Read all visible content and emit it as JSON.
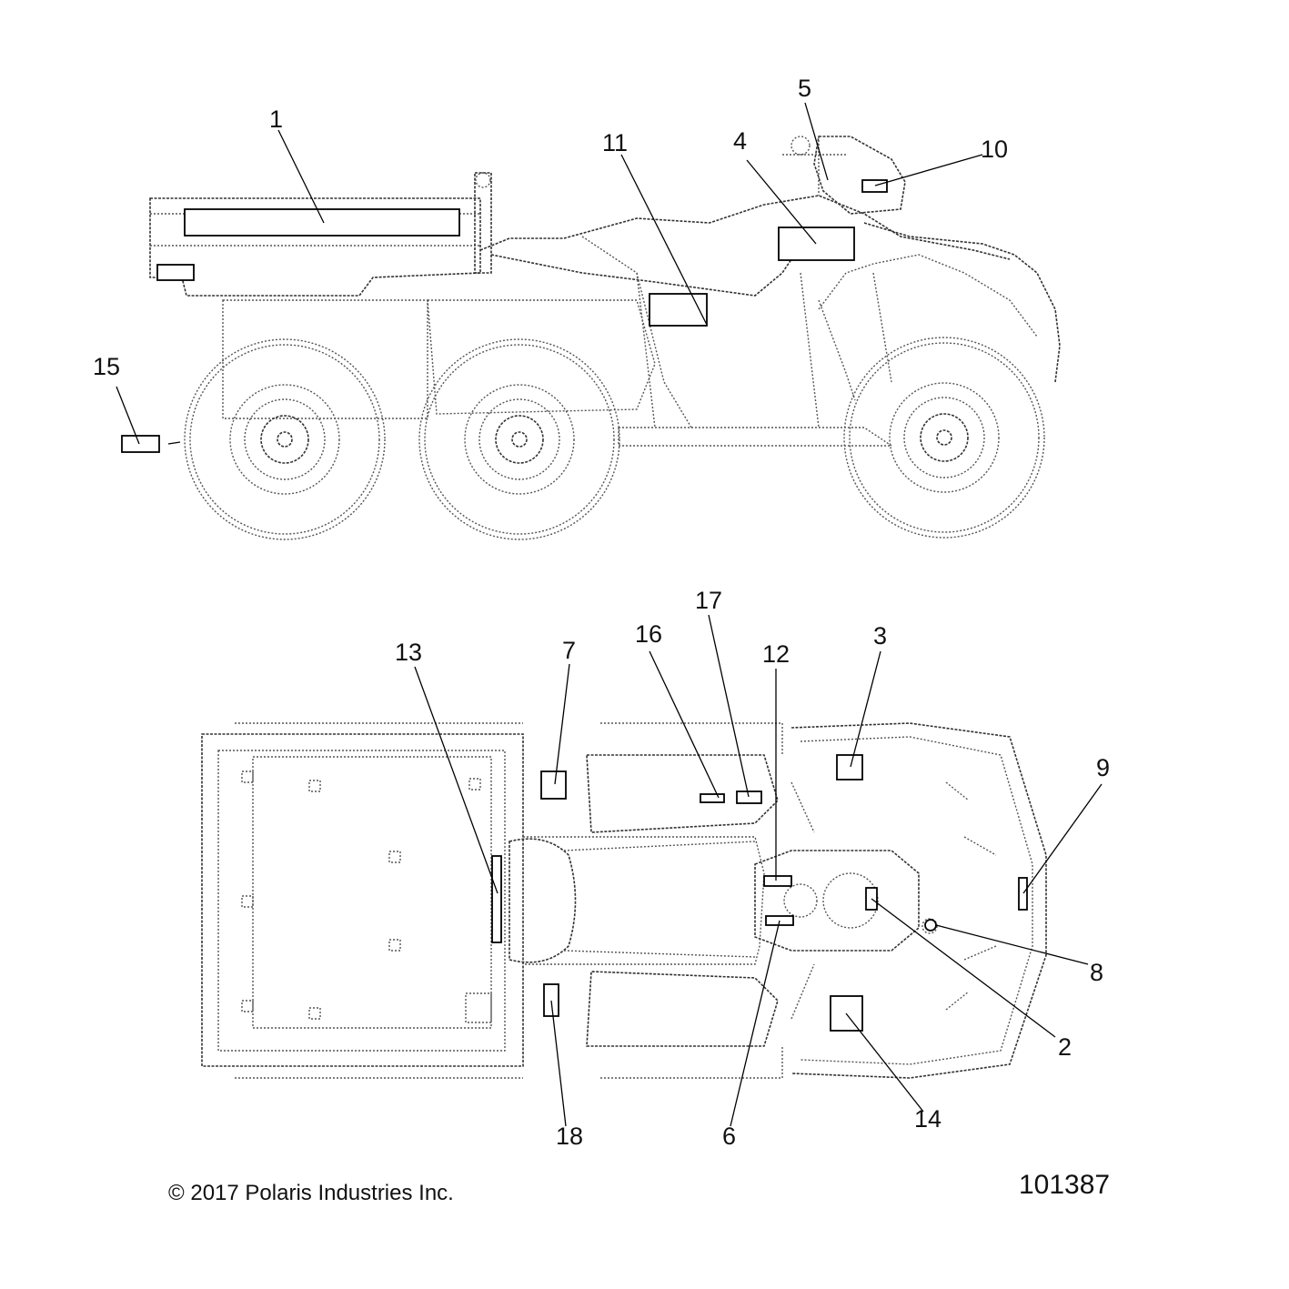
{
  "callouts": [
    "1",
    "2",
    "3",
    "4",
    "5",
    "6",
    "7",
    "8",
    "9",
    "10",
    "11",
    "12",
    "13",
    "14",
    "15",
    "16",
    "17",
    "18"
  ],
  "footer": {
    "copyright": "© 2017 Polaris Industries Inc.",
    "figure_id": "101387"
  }
}
